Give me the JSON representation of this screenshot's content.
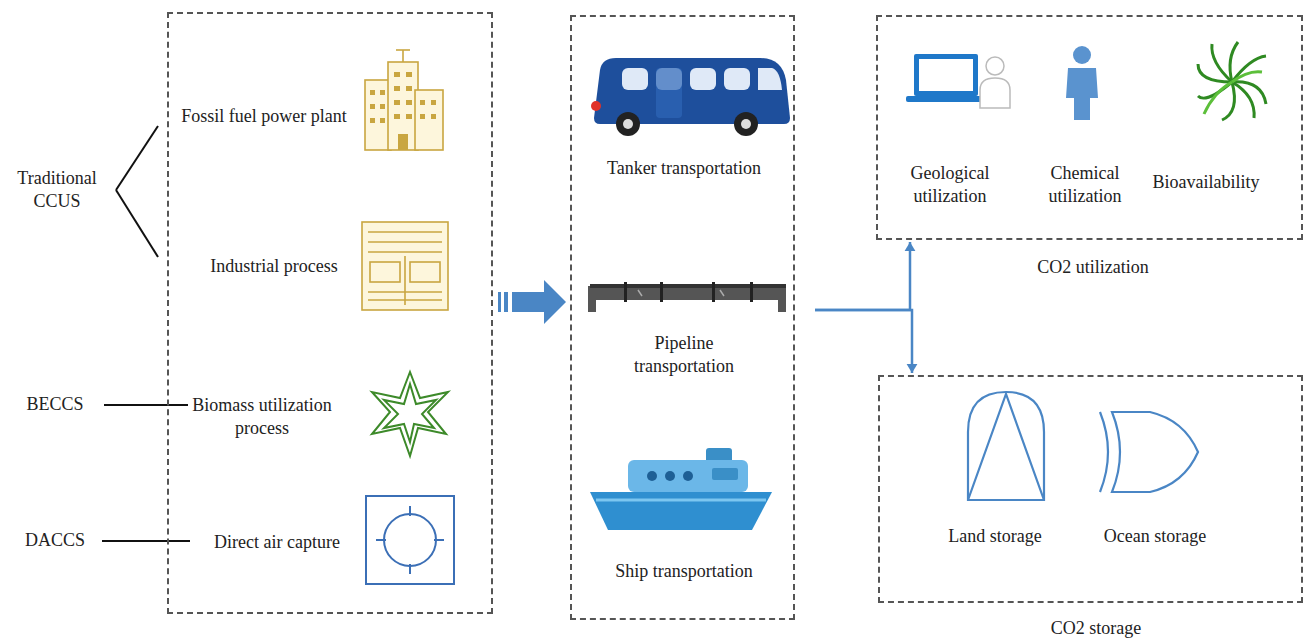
{
  "diagram": {
    "nodes": [
      {
        "text": [
          "Fossil fuel power plant",
          "Industrial process",
          "Biomass utilization process",
          "Direct air capture"
        ]
      },
      {
        "text": [
          "Tanker transportation",
          "Pipeline transportation",
          "Ship transportation"
        ]
      },
      {
        "text": [
          "CO2 utilization",
          "Geological utilization",
          "Chemical utilization",
          "Bioavailability"
        ]
      },
      {
        "text": [
          "CO2 storage",
          "Land storage",
          "Ocean storage"
        ]
      }
    ],
    "edges": [
      {
        "from": 0,
        "to": 1,
        "arrow": "to"
      },
      {
        "from": 1,
        "to": 2,
        "arrow": "to"
      },
      {
        "from": 1,
        "to": 3,
        "arrow": "to"
      }
    ],
    "labels": [
      "Traditional CCUS",
      "BECCS",
      "DACCS"
    ]
  }
}
